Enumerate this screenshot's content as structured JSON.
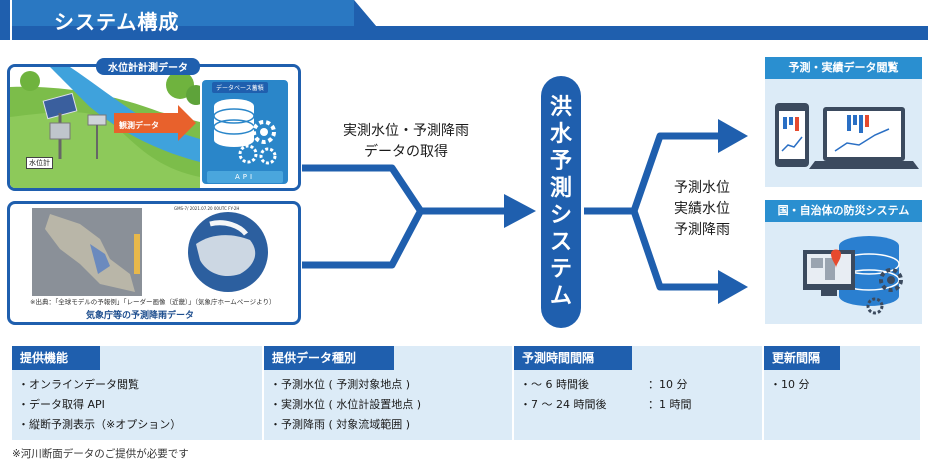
{
  "header": {
    "title": "システム構成"
  },
  "left_top": {
    "label": "水位計計測データ",
    "arrow_label": "観測データ",
    "db_label": "データベース蓄積",
    "api_label": "API",
    "gauge_label": "水位計"
  },
  "left_bottom": {
    "satellite_caption": "GMS-7/ 2021.07.20 00UTC FY-2H",
    "source_note": "※出典：「全球モデルの予報例」「レーダー画像（近畿）」（気象庁ホームページより）",
    "caption": "気象庁等の予測降雨データ"
  },
  "flow_in": {
    "line1": "実測水位・予測降雨",
    "line2": "データの取得"
  },
  "core_system": {
    "label": "洪水予測システム"
  },
  "flow_out": {
    "line1": "予測水位",
    "line2": "実績水位",
    "line3": "予測降雨"
  },
  "right_top": {
    "title": "予測・実績データ閲覧"
  },
  "right_bottom": {
    "title": "国・自治体の防災システム"
  },
  "info": {
    "features": {
      "title": "提供機能",
      "items": [
        "・オンラインデータ閲覧",
        "・データ取得 API",
        "・縦断予測表示（※オプション）"
      ]
    },
    "data_types": {
      "title": "提供データ種別",
      "items": [
        "・予測水位 ( 予測対象地点 )",
        "・実測水位 ( 水位計設置地点 )",
        "・予測降雨 ( 対象流域範囲 )"
      ]
    },
    "interval": {
      "title": "予測時間間隔",
      "rows": [
        {
          "label": "・～ 6 時間後",
          "value": "：10 分"
        },
        {
          "label": "・7 ～ 24 時間後",
          "value": "：1 時間"
        }
      ]
    },
    "update": {
      "title": "更新間隔",
      "items": [
        "・10 分"
      ]
    }
  },
  "footnote": "※河川断面データのご提供が必要です",
  "colors": {
    "primary": "#1f5fae",
    "accent": "#2a8fd0",
    "panel_bg": "#dcebf7"
  }
}
